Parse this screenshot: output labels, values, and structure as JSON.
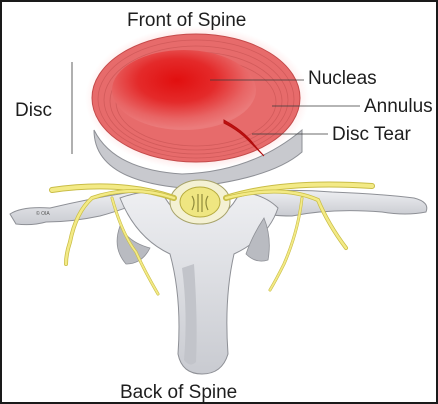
{
  "labels": {
    "front": "Front of Spine",
    "back": "Back of Spine",
    "disc": "Disc",
    "nucleas": "Nucleas",
    "annulus": "Annulus",
    "disc_tear": "Disc Tear"
  },
  "copyright": "© OIA",
  "colors": {
    "disc_red": "#e02a2a",
    "disc_pink": "#e86a6a",
    "bone": "#e3e4e8",
    "bone_shadow": "#9a9ca2",
    "nerve": "#f2e98a",
    "nerve_stroke": "#c9bd46",
    "leader_line": "#3a3a3a"
  }
}
